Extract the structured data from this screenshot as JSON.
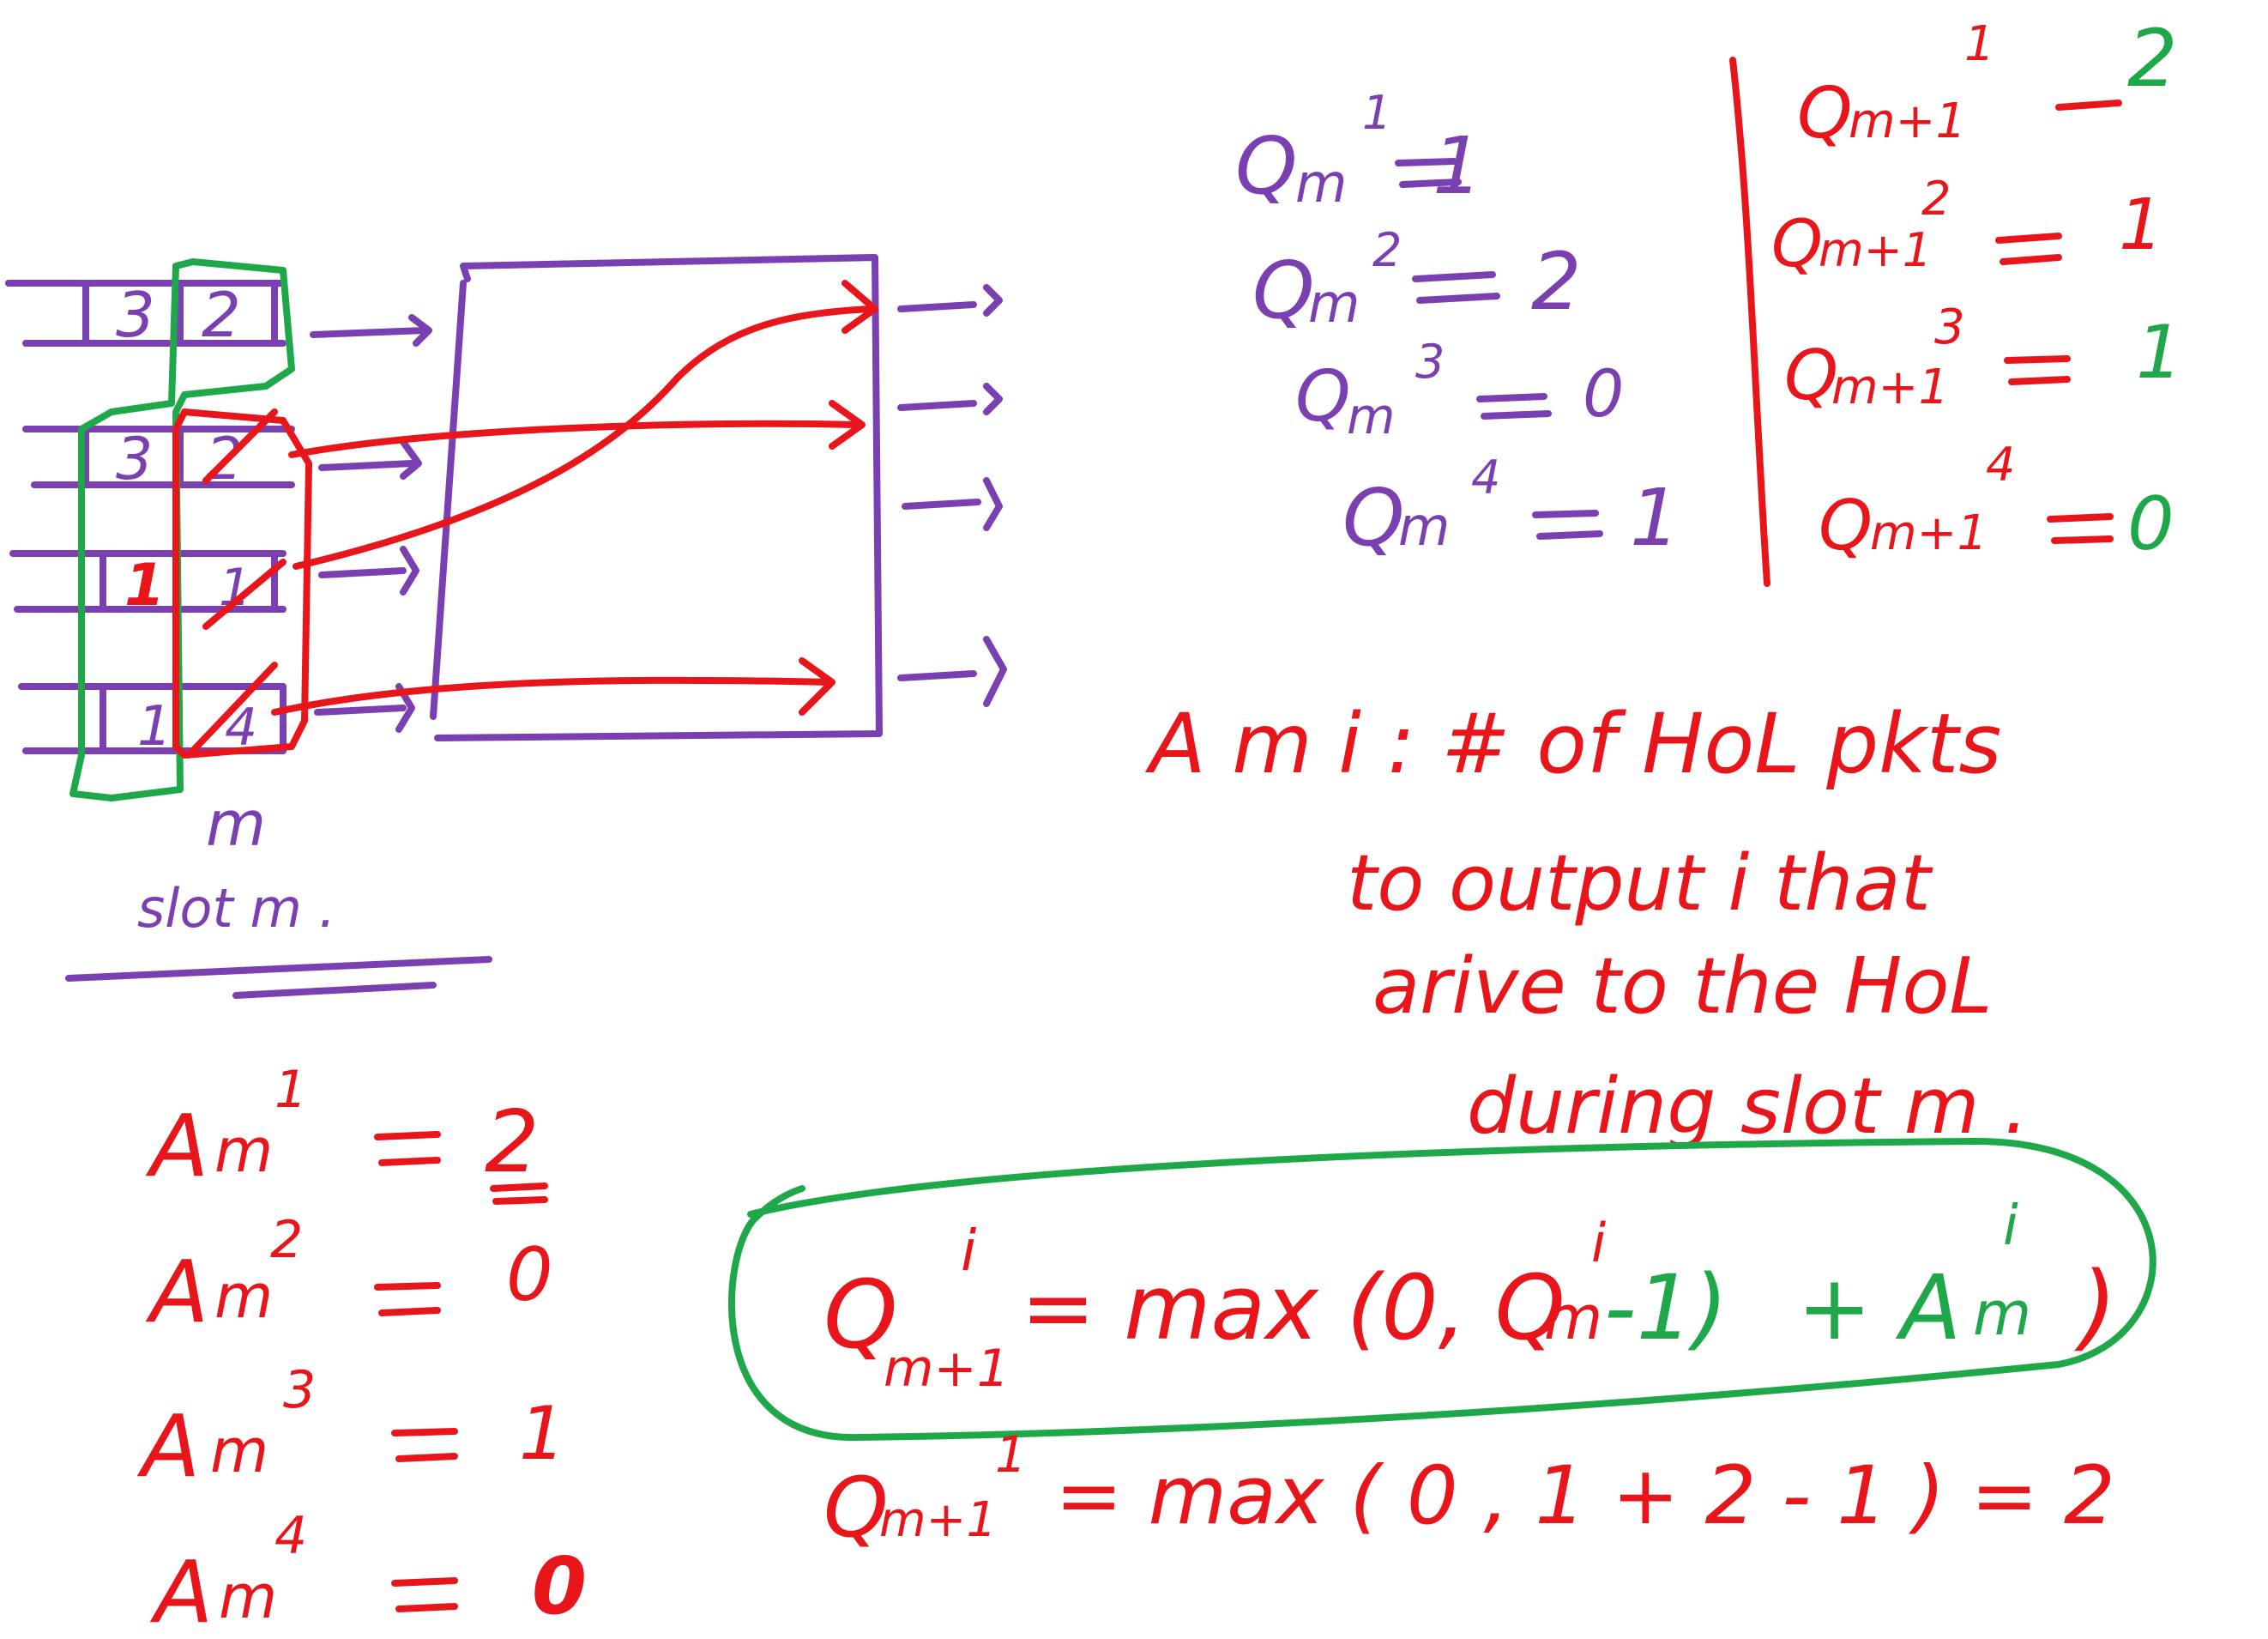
{
  "colors": {
    "purple": "#7a3fb0",
    "red": "#e8161b",
    "green": "#1fa84a"
  },
  "queues": {
    "rows": [
      {
        "a": "3",
        "b": "2"
      },
      {
        "a": "3",
        "b": "2"
      },
      {
        "a": "1",
        "b": "1"
      },
      {
        "a": "1",
        "b": "4"
      }
    ],
    "slot_symbol": "m",
    "slot_caption": "slot m ."
  },
  "queue_lengths": {
    "current": [
      {
        "sym": "Q",
        "sub": "m",
        "sup": "1",
        "val": "1"
      },
      {
        "sym": "Q",
        "sub": "m",
        "sup": "2",
        "val": "2"
      },
      {
        "sym": "Q",
        "sub": "m",
        "sup": "3",
        "val": "0"
      },
      {
        "sym": "Q",
        "sub": "m",
        "sup": "4",
        "val": "1"
      }
    ],
    "next": [
      {
        "sym": "Q",
        "sub": "m+1",
        "sup": "1",
        "val": "2"
      },
      {
        "sym": "Q",
        "sub": "m+1",
        "sup": "2",
        "val": "1"
      },
      {
        "sym": "Q",
        "sub": "m+1",
        "sup": "3",
        "val": "1"
      },
      {
        "sym": "Q",
        "sub": "m+1",
        "sup": "4",
        "val": "0"
      }
    ]
  },
  "definition": {
    "lines": [
      "A m  i  : # of HoL pkts",
      "to output i that",
      "arive to the HoL",
      "during slot m ."
    ]
  },
  "arrivals": [
    {
      "sym": "A",
      "sub": "m",
      "sup": "1",
      "val": "2"
    },
    {
      "sym": "A",
      "sub": "m",
      "sup": "2",
      "val": "0"
    },
    {
      "sym": "A",
      "sub": "m",
      "sup": "3",
      "val": "1"
    },
    {
      "sym": "A",
      "sub": "m",
      "sup": "4",
      "val": "0"
    }
  ],
  "formula": {
    "lhs": "Q",
    "lhs_sub": "m+1",
    "lhs_sup": "i",
    "rhs_prefix": "= max (0, Q",
    "rhs_q_sub": "m",
    "rhs_q_sup": "i",
    "rhs_minus": "-1)",
    "rhs_plus": "+ A",
    "rhs_a_sub": "m",
    "rhs_a_sup": "i",
    "rhs_close": ")"
  },
  "example": {
    "lhs": "Q",
    "lhs_sub": "m+1",
    "lhs_sup": "1",
    "rhs": "= max ( 0 , 1 + 2 - 1 ) = 2"
  }
}
